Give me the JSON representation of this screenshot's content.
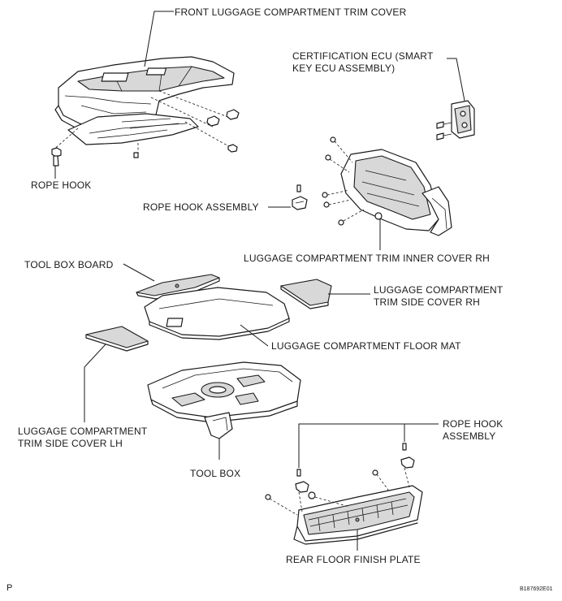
{
  "diagram": {
    "labels": {
      "front_trim_cover": "FRONT LUGGAGE COMPARTMENT TRIM COVER",
      "cert_ecu_line1": "CERTIFICATION ECU (SMART",
      "cert_ecu_line2": "KEY ECU ASSEMBLY)",
      "rope_hook": "ROPE HOOK",
      "rope_hook_assembly": "ROPE HOOK ASSEMBLY",
      "inner_cover_rh": "LUGGAGE COMPARTMENT TRIM INNER COVER RH",
      "tool_box_board": "TOOL BOX BOARD",
      "side_cover_rh_line1": "LUGGAGE COMPARTMENT",
      "side_cover_rh_line2": "TRIM SIDE COVER RH",
      "floor_mat": "LUGGAGE COMPARTMENT FLOOR MAT",
      "side_cover_lh_line1": "LUGGAGE COMPARTMENT",
      "side_cover_lh_line2": "TRIM SIDE COVER LH",
      "tool_box": "TOOL BOX",
      "rope_hook_assembly_2_line1": "ROPE HOOK",
      "rope_hook_assembly_2_line2": "ASSEMBLY",
      "rear_floor_finish_plate": "REAR FLOOR FINISH PLATE"
    },
    "corner_left": "P",
    "figure_code": "B187692E01"
  }
}
